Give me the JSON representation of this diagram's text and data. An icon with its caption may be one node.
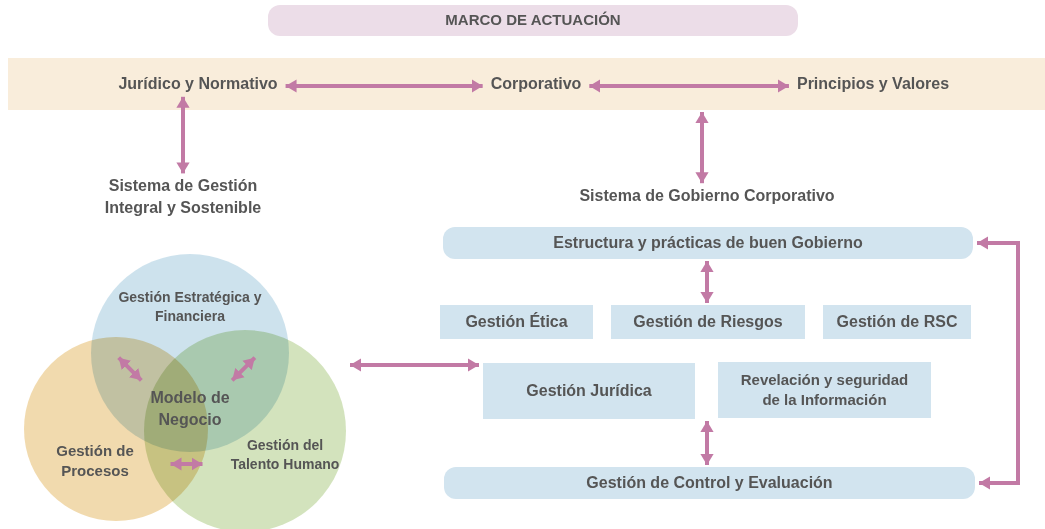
{
  "diagram": {
    "nodes": [
      {
        "text": [
          "MARCO DE ACTUACIÓN"
        ]
      },
      {
        "text": [],
        "shape": "band"
      },
      {
        "text": [
          "Jurídico y Normativo"
        ],
        "in": 1
      },
      {
        "text": [
          "Corporativo"
        ],
        "in": 1
      },
      {
        "text": [
          "Principios y Valores"
        ],
        "in": 1
      },
      {
        "text": [
          "Sistema de Gestión Integral y Sostenible"
        ]
      },
      {
        "text": [
          "Sistema de Gobierno Corporativo"
        ]
      },
      {
        "text": [
          "Gestión Estratégica y Financiera"
        ]
      },
      {
        "text": [
          "Gestión de Procesos"
        ]
      },
      {
        "text": [
          "Gestión del Talento Humano"
        ]
      },
      {
        "text": [
          "Modelo de Negocio"
        ]
      },
      {
        "text": [
          "Estructura y prácticas de buen Gobierno"
        ]
      },
      {
        "text": [
          "Gestión Ética"
        ]
      },
      {
        "text": [
          "Gestión de Riesgos"
        ]
      },
      {
        "text": [
          "Gestión de RSC"
        ]
      },
      {
        "text": [
          "Gestión Jurídica"
        ]
      },
      {
        "text": [
          "Revelación y seguridad de la Información"
        ]
      },
      {
        "text": [
          "Gestión de Control y Evaluación"
        ]
      }
    ],
    "edges": [
      {
        "from": 2,
        "to": 3,
        "arrow": "both"
      },
      {
        "from": 3,
        "to": 4,
        "arrow": "both"
      },
      {
        "from": 2,
        "to": 5,
        "arrow": "both"
      },
      {
        "from": 1,
        "to": 6,
        "arrow": "both"
      },
      {
        "from": 7,
        "to": 8,
        "arrow": "both"
      },
      {
        "from": 7,
        "to": 9,
        "arrow": "both"
      },
      {
        "from": 8,
        "to": 9,
        "arrow": "both"
      },
      {
        "from": 9,
        "to": 15,
        "arrow": "both"
      },
      {
        "from": 11,
        "to": 13,
        "arrow": "both"
      },
      {
        "from": 15,
        "to": 17,
        "arrow": "both"
      },
      {
        "from": 11,
        "to": 17,
        "arrow": "both"
      }
    ]
  }
}
